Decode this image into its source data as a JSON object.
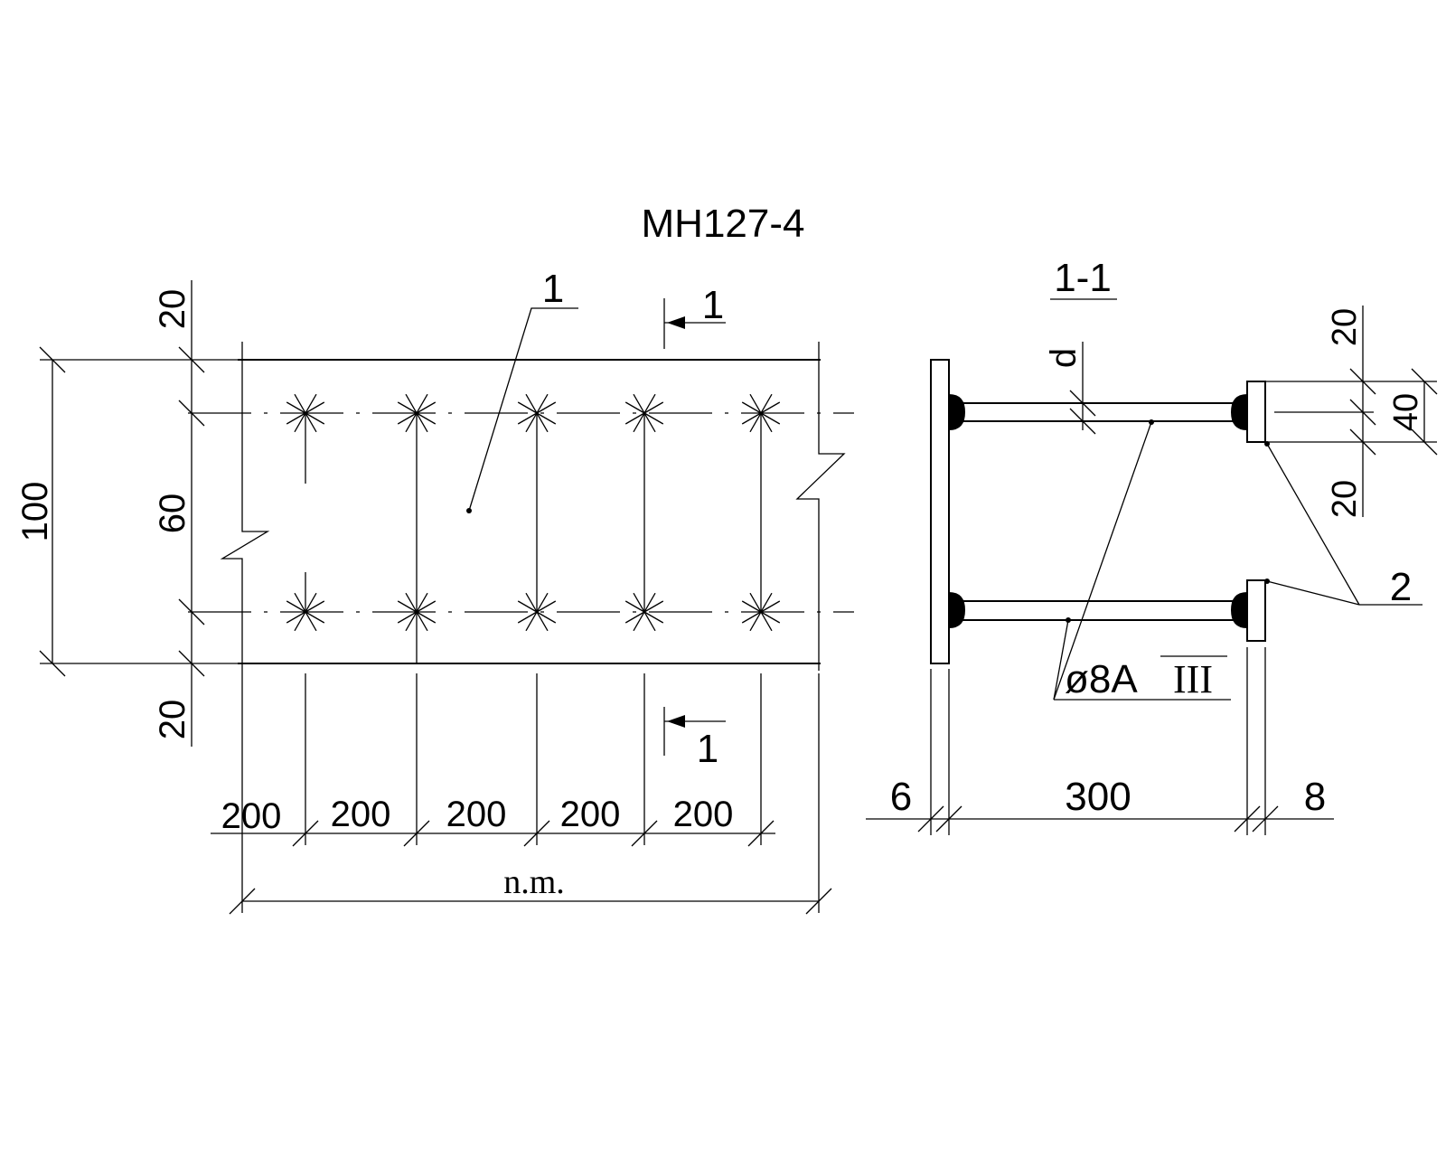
{
  "title": "MH127-4",
  "plan_view": {
    "position_label": "1",
    "section_mark": "1",
    "dims_left": [
      "20",
      "100",
      "60",
      "20"
    ],
    "dims_bottom": [
      "200",
      "200",
      "200",
      "200",
      "200"
    ],
    "overall_length": "n.m."
  },
  "section_view": {
    "label": "1-1",
    "bar_diameter_symbol": "d",
    "dims_right": [
      "20",
      "40",
      "20"
    ],
    "plate_label": "2",
    "rebar_spec_main": "ø8A",
    "rebar_spec_class": "III",
    "dims_bottom": [
      "6",
      "300",
      "8"
    ]
  },
  "colors": {
    "ink": "#000000",
    "background": "#ffffff"
  }
}
